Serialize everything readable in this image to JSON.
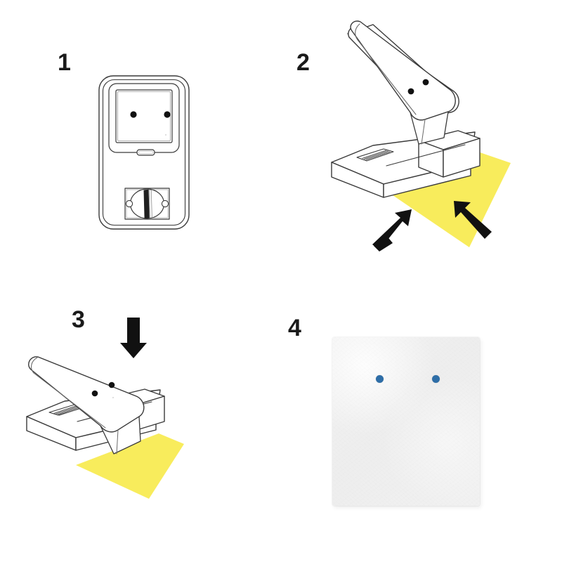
{
  "document": {
    "title": "Two-Hole Paper Punch Usage Instructions",
    "type": "instructional-diagram",
    "panel_count": 4,
    "background_color": "#ffffff"
  },
  "colors": {
    "line": "#3a3a3a",
    "fill_white": "#ffffff",
    "paper_yellow": "#f8ec5c",
    "arrow_black": "#111111",
    "punch_hole_blue": "#2e6ea8",
    "sheet_gray": "#efefef",
    "number_black": "#1a1a1a"
  },
  "panels": [
    {
      "number": "1",
      "name": "punch-top-view",
      "caption": "",
      "subject": "paper punch seen from above, closed",
      "features": [
        "rounded outer body",
        "recessed top panel",
        "two punch holes",
        "small slot indicator",
        "rotary dial with vertical slot"
      ],
      "hole_count": 2
    },
    {
      "number": "2",
      "name": "insert-paper",
      "caption": "",
      "subject": "punch with lever raised, yellow sheet slid into the throat",
      "features": [
        "raised lever arm",
        "two punch holes on lever",
        "ridged paper guide on base",
        "yellow sheet inserted"
      ],
      "arrows": [
        {
          "name": "align-arrow-left",
          "direction": "up-right",
          "meaning": "slide paper in"
        },
        {
          "name": "align-arrow-right",
          "direction": "up-left",
          "meaning": "align paper to guide"
        }
      ]
    },
    {
      "number": "3",
      "name": "press-lever",
      "caption": "",
      "subject": "pressing the lever down to punch the inserted sheet",
      "features": [
        "lever arm tilted",
        "two punch holes on lever",
        "ridged paper guide on base",
        "yellow sheet in position"
      ],
      "arrows": [
        {
          "name": "press-arrow-down",
          "direction": "down",
          "meaning": "press down firmly"
        }
      ]
    },
    {
      "number": "4",
      "name": "punched-result",
      "caption": "",
      "subject": "finished sheet showing the two punched holes",
      "features": [
        "textured white sheet",
        "two round punched holes"
      ],
      "hole_count": 2,
      "hole_color": "#2e6ea8"
    }
  ]
}
